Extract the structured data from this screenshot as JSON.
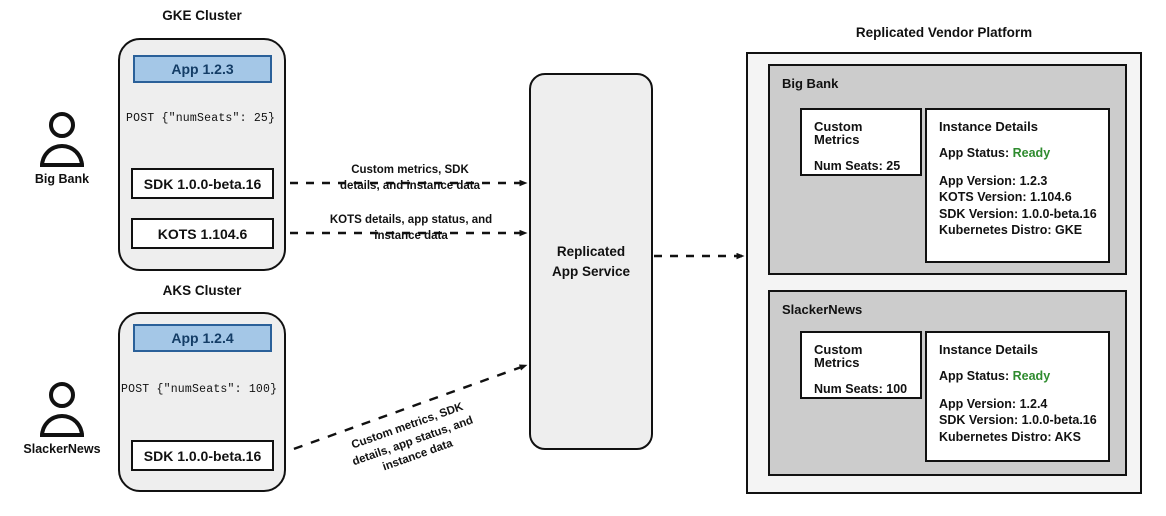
{
  "clusters": [
    {
      "title": "GKE Cluster",
      "actor": "Big Bank",
      "app": "App 1.2.3",
      "post": "POST {\"numSeats\": 25}",
      "components": [
        "SDK 1.0.0-beta.16",
        "KOTS 1.104.6"
      ]
    },
    {
      "title": "AKS Cluster",
      "actor": "SlackerNews",
      "app": "App 1.2.4",
      "post": "POST {\"numSeats\": 100}",
      "components": [
        "SDK 1.0.0-beta.16"
      ]
    }
  ],
  "edges": {
    "sdk_to_service": "Custom metrics, SDK details, and instance data",
    "kots_to_service": "KOTS details, app status, and instance data",
    "aks_to_service_line1": "Custom metrics, SDK",
    "aks_to_service_line2": "details, app status, and",
    "aks_to_service_line3": "instance data"
  },
  "service": {
    "line1": "Replicated",
    "line2": "App Service"
  },
  "platform": {
    "title": "Replicated Vendor Platform",
    "tenants": [
      {
        "name": "Big Bank",
        "metrics": {
          "title": "Custom Metrics",
          "row": "Num Seats: 25"
        },
        "details": {
          "title": "Instance Details",
          "status_label": "App Status:",
          "status_value": "Ready",
          "rows": [
            "App Version: 1.2.3",
            "KOTS Version: 1.104.6",
            "SDK Version: 1.0.0-beta.16",
            "Kubernetes Distro: GKE"
          ]
        }
      },
      {
        "name": "SlackerNews",
        "metrics": {
          "title": "Custom Metrics",
          "row": "Num Seats: 100"
        },
        "details": {
          "title": "Instance Details",
          "status_label": "App Status:",
          "status_value": "Ready",
          "rows": [
            "App Version: 1.2.4",
            "SDK Version: 1.0.0-beta.16",
            "Kubernetes Distro: AKS"
          ]
        }
      }
    ]
  },
  "colors": {
    "app_fill": "#a4c7e7",
    "app_border": "#2a6099",
    "app_text": "#143d66",
    "cluster_fill": "#eeeeee",
    "tenant_fill": "#cccccc",
    "platform_fill": "#f4f4f4",
    "status_ready": "#2e8b2e",
    "stroke": "#111111"
  }
}
